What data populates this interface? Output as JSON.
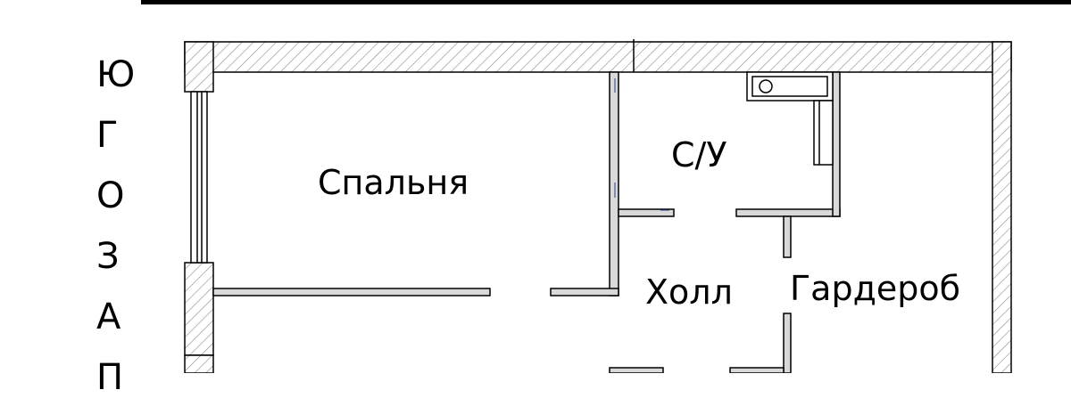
{
  "side_label": {
    "letters": [
      "Ю",
      "Г",
      "О",
      "З",
      "А",
      "П"
    ]
  },
  "rooms": {
    "bedroom": "Спальня",
    "bathroom": "С/У",
    "hall": "Холл",
    "wardrobe": "Гардероб"
  },
  "colors": {
    "line": "#000000",
    "hatch": "#8a8a8a",
    "background": "#ffffff"
  }
}
